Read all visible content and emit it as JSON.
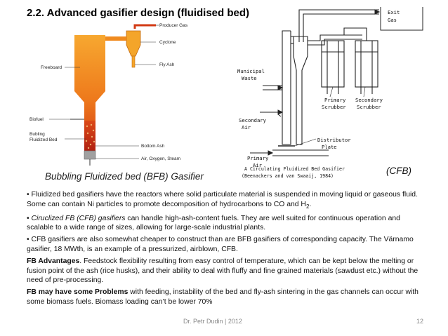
{
  "slide": {
    "title": "2.2. Advanced gasifier design (fluidised bed)",
    "footer_author": "Dr. Petr Dudin | 2012",
    "footer_page": "12"
  },
  "bfb_figure": {
    "labels": {
      "producer_gas": "Producer Gas",
      "cyclone": "Cyclone",
      "freeboard": "Freeboard",
      "fly_ash": "Fly Ash",
      "biofuel": "Biofuel",
      "bubbling_bed_line1": "Bubling",
      "bubbling_bed_line2": "Fluidized Bed",
      "bottom_ash": "Bottom Ash",
      "air_oxygen_steam": "Air, Oxygen, Steam"
    },
    "caption": "Bubbling Fluidized bed (BFB) Gasifier"
  },
  "cfb_figure": {
    "labels": {
      "exit_gas_line1": "Exit",
      "exit_gas_line2": "Gas",
      "municipal_waste_line1": "Municipal",
      "municipal_waste_line2": "Waste",
      "primary_scrubber_line1": "Primary",
      "primary_scrubber_line2": "Scrubber",
      "secondary_scrubber_line1": "Secondary",
      "secondary_scrubber_line2": "Scrubber",
      "secondary_air_line1": "Secondary",
      "secondary_air_line2": "Air",
      "distributor_plate_line1": "Distributor",
      "distributor_plate_line2": "Plate",
      "primary_air_line1": "Primary",
      "primary_air_line2": "Air",
      "caption_line1": "A Circulating Fluidized Bed Gasifier",
      "caption_line2": "(Beenackers and van Swaaij, 1984)"
    },
    "tag": "(CFB)"
  },
  "body": {
    "p1_text": "• Fluidized bed gasifiers have the reactors where solid particulate material is suspended in moving liquid or gaseous fluid. Some can contain Ni particles to promote decomposition of hydrocarbons to CO and H",
    "p1_sub": "2",
    "p1_end": ".",
    "p2_prefix": "• ",
    "p2_italic": "Ciruclized FB (CFB) gasifiers",
    "p2_text": " can handle high-ash-content fuels. They are well suited for continuous operation and scalable to a wide range of sizes, allowing for large-scale industrial plants.",
    "p3_text": "• CFB gasifiers are also somewhat cheaper to construct than are BFB gasifiers of corresponding capacity. The Värnamo gasifier, 18 MWth, is an example of a pressurized, airblown, CFB.",
    "p4_bold": "FB Advantages",
    "p4_text": ". Feedstock flexibility resulting from easy control of temperature, which can be kept below the melting or fusion point of the ash (rice husks), and their ability to deal with fluffy and fine grained materials (sawdust etc.) without the need of pre-processing.",
    "p5_bold": "FB may have some Problems",
    "p5_text": " with feeding, instability of the bed and fly-ash sintering in the gas channels can occur with some biomass fuels. Biomass loading can’t be lower 70%"
  },
  "colors": {
    "reactor_top": "#f08a1e",
    "reactor_bottom": "#cc2a12",
    "cyclone_fill": "#f4a52a",
    "ash_fill": "#a0a0a0",
    "line_art": "#222222"
  }
}
